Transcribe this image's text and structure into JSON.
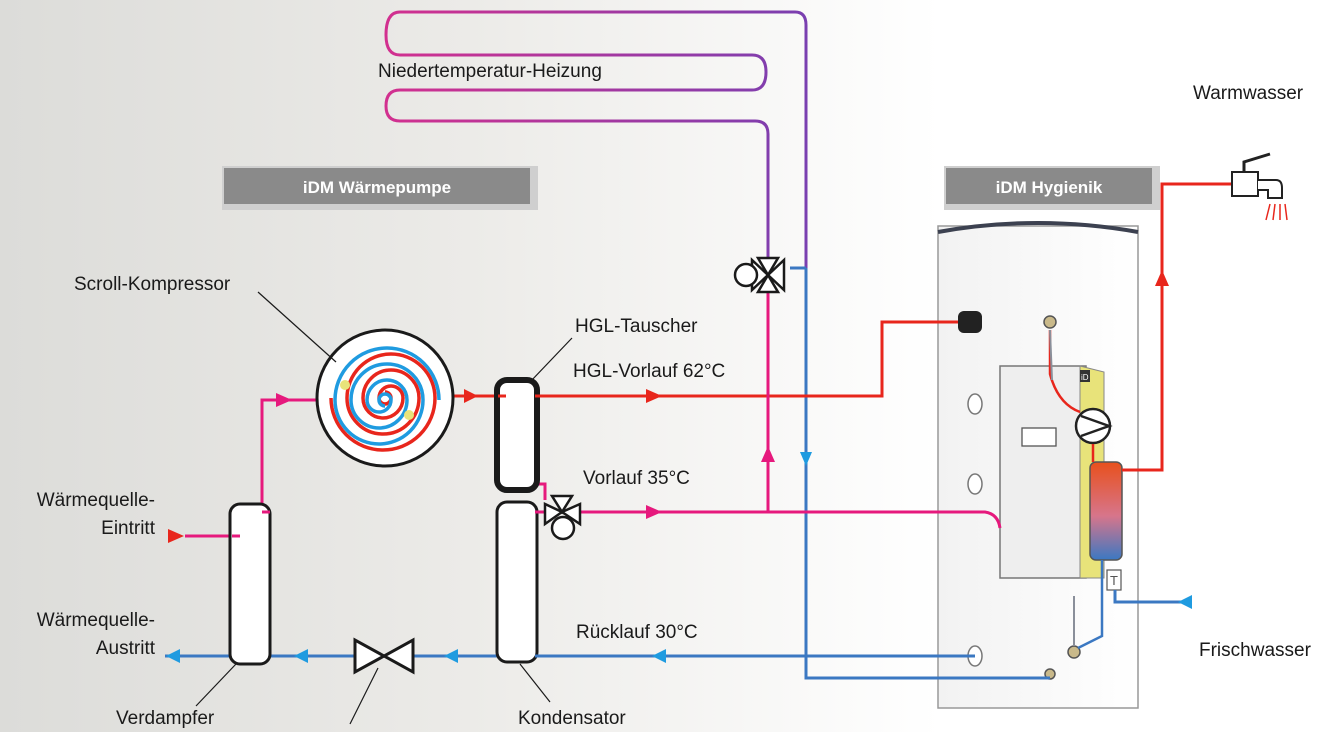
{
  "banners": {
    "heat_pump": "iDM Wärmepumpe",
    "hygienik": "iDM Hygienik"
  },
  "labels": {
    "low_temp_heating": "Niedertemperatur-Heizung",
    "hot_water": "Warmwasser",
    "scroll_compressor": "Scroll-Kompressor",
    "hgl_exchanger": "HGL-Tauscher",
    "hgl_flow": "HGL-Vorlauf 62°C",
    "flow": "Vorlauf 35°C",
    "return": "Rücklauf 30°C",
    "source_in_line1": "Wärmequelle-",
    "source_in_line2": "Eintritt",
    "source_out_line1": "Wärmequelle-",
    "source_out_line2": "Austritt",
    "evaporator": "Verdampfer",
    "condenser": "Kondensator",
    "fresh_water": "Frischwasser",
    "tank_badge": "iD",
    "sensor_badge": "T"
  },
  "colors": {
    "hot_red": "#e8261c",
    "flow_pink": "#e6197d",
    "cold_blue": "#3b78c2",
    "banner_grey": "#8a8a8a",
    "heating_purple": "#7a3fb0",
    "heating_magenta": "#d2308f"
  }
}
